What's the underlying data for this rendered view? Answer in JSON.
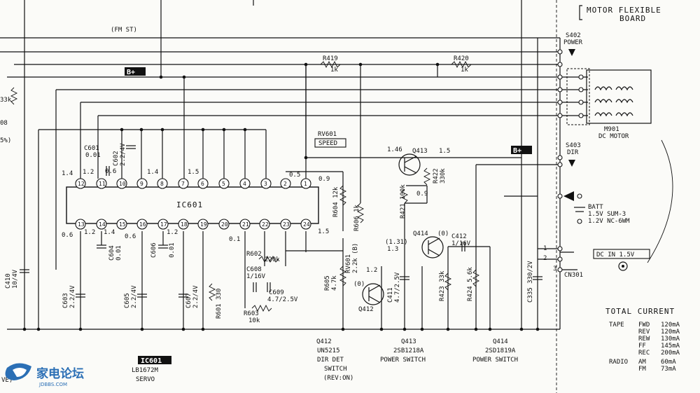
{
  "labels": {
    "fm_st": "(FM ST)",
    "r419": "R419",
    "r419_val": "1k",
    "r420": "R420",
    "r420_val": "1k",
    "b_plus": "B+",
    "motor_flexible": "MOTOR FLEXIBLE",
    "board": "BOARD",
    "s402": "S402",
    "power": "POWER",
    "m901": "M901",
    "dc_motor": "DC MOTOR",
    "s403": "S403",
    "dir": "DIR",
    "batt": "BATT",
    "batt_line1": "1.5V SUM-3",
    "batt_line2": "1.2V NC-6WM",
    "dc_in": "DC IN 1.5V",
    "cn301": "CN301",
    "pin1": "1",
    "pin2": "2",
    "pin3": "3",
    "rv601": "RV601",
    "speed": "SPEED",
    "ic601": "IC601",
    "ic601_part": "LB1672M",
    "ic601_fn": "SERVO",
    "q412": "Q412",
    "q413": "Q413",
    "q414": "Q414",
    "c412": "C412",
    "c412_val": "1/16V",
    "r602": "R602",
    "r602_val": "220k",
    "c608": "C608",
    "c608_val": "1/16V",
    "c609": "C609",
    "c609_val": "4.7/2.5V",
    "r603": "R603",
    "r603_val": "10k",
    "c601": "C601",
    "c601_val": "0.01",
    "c602": "C602",
    "c602_val": "2.2/4V",
    "c603": "C603",
    "c603_val": "2.2/4V",
    "c604": "C604",
    "c604_val": "0.01",
    "c605": "C605",
    "c605_val": "2.2/4V",
    "c606": "C606",
    "c606_val": "0.01",
    "c607": "C607",
    "c607_val": "2.2/4V",
    "r601": "R601 330",
    "r604": "R604 12k",
    "r606": "R606 1k",
    "rv601_b1": "RV601",
    "rv601_b2": "2.2k (B)",
    "r605": "R605",
    "r605_val": "4.7k",
    "c411": "C411",
    "c411_val": "4.7/2.5V",
    "r421": "R421 100k",
    "r422": "R422",
    "r422_val": "330k",
    "r423": "R423 33k",
    "r424": "R424 5.6k",
    "c335": "C335 330/2V",
    "c410": "C410",
    "c410_val": "10/4V",
    "v_1_46": "1.46",
    "v_1_5": "1.5",
    "v_0_9": "0.9",
    "v_0": "(0)",
    "v_1_31": "(1.31)",
    "v_1_3": "1.3",
    "v_1_2": "1.2",
    "v_1_4": "1.4",
    "v_0_6": "0.6",
    "v_0_5": "0.5",
    "v_0_1": "0.1",
    "q412_title": "Q412",
    "q412_part": "UN5215",
    "q412_fn1": "DIR DET",
    "q412_fn2": "SWITCH",
    "q412_fn3": "(REV:ON)",
    "q413_title": "Q413",
    "q413_part": "2SB1218A",
    "q413_fn": "POWER SWITCH",
    "q414_title": "Q414",
    "q414_part": "2SD1819A",
    "q414_fn": "POWER SWITCH",
    "left_33k": "33k",
    "left_08": "08",
    "left_5pct": "5%)",
    "ve_fragment": "VE)"
  },
  "pins": {
    "top": [
      "12",
      "11",
      "10",
      "9",
      "8",
      "7",
      "6",
      "5",
      "4",
      "3",
      "2",
      "1"
    ],
    "bottom": [
      "13",
      "14",
      "15",
      "16",
      "17",
      "18",
      "19",
      "20",
      "21",
      "22",
      "23",
      "24"
    ]
  },
  "total_current": {
    "title": "TOTAL CURRENT",
    "tape": "TAPE",
    "radio": "RADIO",
    "rows": [
      {
        "mode": "FWD",
        "value": "120mA"
      },
      {
        "mode": "REV",
        "value": "120mA"
      },
      {
        "mode": "REW",
        "value": "130mA"
      },
      {
        "mode": "FF",
        "value": "145mA"
      },
      {
        "mode": "REC",
        "value": "200mA"
      },
      {
        "mode": "AM",
        "value": "60mA"
      },
      {
        "mode": "FM",
        "value": "73mA"
      }
    ]
  },
  "watermark": {
    "name": "家电论坛",
    "url": "JDBBS.COM"
  }
}
